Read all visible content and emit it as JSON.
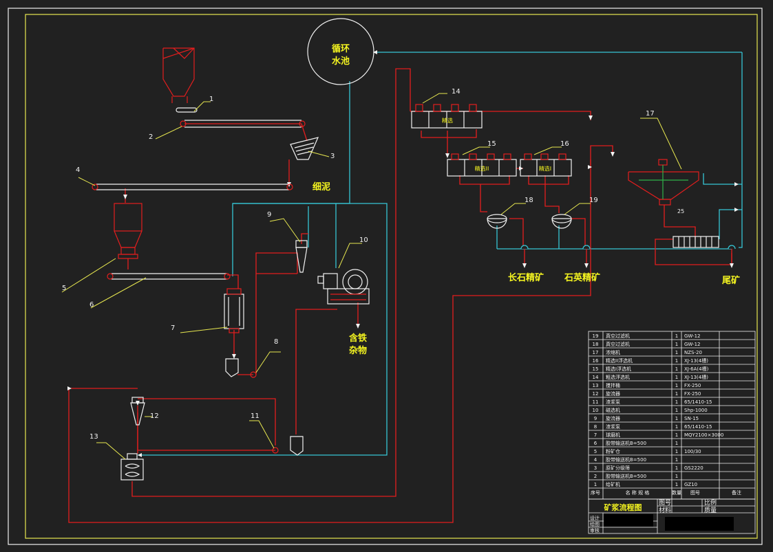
{
  "colors": {
    "background": "#212121",
    "frame": "#f0f0f0",
    "border": "#e8e850",
    "slurry": "#e41e1e",
    "water": "#36c7d6",
    "equipment": "#f2f2f2",
    "leader": "#e8e850",
    "product_text": "#f5f520"
  },
  "pool": {
    "label_line1": "循环",
    "label_line2": "水池"
  },
  "callouts": [
    "1",
    "2",
    "3",
    "4",
    "5",
    "6",
    "7",
    "8",
    "9",
    "10",
    "11",
    "12",
    "13",
    "14",
    "15",
    "16",
    "17",
    "18",
    "19"
  ],
  "flotation_labels": {
    "cell14": "精选",
    "cell15": "精选II",
    "cell16": "精选I"
  },
  "node_label": "25",
  "products": {
    "fine_mud": "细泥",
    "iron_impurity_1": "含铁",
    "iron_impurity_2": "杂物",
    "feldspar": "长石精矿",
    "quartz": "石英精矿",
    "tailings": "尾矿"
  },
  "parts_table": {
    "rows": [
      {
        "no": "19",
        "name": "真空过滤机",
        "qty": "1",
        "spec": "GW-12"
      },
      {
        "no": "18",
        "name": "真空过滤机",
        "qty": "1",
        "spec": "GW-12"
      },
      {
        "no": "17",
        "name": "浓缩机",
        "qty": "1",
        "spec": "NZS-20"
      },
      {
        "no": "16",
        "name": "精选II浮选机",
        "qty": "1",
        "spec": "XJ-13(4槽)"
      },
      {
        "no": "15",
        "name": "精选I浮选机",
        "qty": "1",
        "spec": "XJ-6A(4槽)"
      },
      {
        "no": "14",
        "name": "粗选浮选机",
        "qty": "1",
        "spec": "XJ-13(4槽)"
      },
      {
        "no": "13",
        "name": "搅拌桶",
        "qty": "1",
        "spec": "FX-250"
      },
      {
        "no": "12",
        "name": "旋流器",
        "qty": "1",
        "spec": "FX-250"
      },
      {
        "no": "11",
        "name": "渣浆泵",
        "qty": "1",
        "spec": "65/1410-15"
      },
      {
        "no": "10",
        "name": "磁选机",
        "qty": "1",
        "spec": "Shp-1000"
      },
      {
        "no": "9",
        "name": "旋流器",
        "qty": "1",
        "spec": "SN-15"
      },
      {
        "no": "8",
        "name": "渣浆泵",
        "qty": "1",
        "spec": "65/1410-15"
      },
      {
        "no": "7",
        "name": "球磨机",
        "qty": "1",
        "spec": "MQY2100×3000"
      },
      {
        "no": "6",
        "name": "胶带输送机B=500",
        "qty": "1",
        "spec": ""
      },
      {
        "no": "5",
        "name": "粉矿仓",
        "qty": "1",
        "spec": "100/30"
      },
      {
        "no": "4",
        "name": "胶带输送机B=500",
        "qty": "1",
        "spec": ""
      },
      {
        "no": "3",
        "name": "原矿分级筛",
        "qty": "1",
        "spec": "GS2220"
      },
      {
        "no": "2",
        "name": "胶带输送机B=500",
        "qty": "1",
        "spec": ""
      },
      {
        "no": "1",
        "name": "给矿机",
        "qty": "1",
        "spec": "GZ10"
      }
    ],
    "header": {
      "no": "序号",
      "name": "名 称 规 格",
      "qty": "数量",
      "material": "图号",
      "remark": "备注"
    }
  },
  "title_block": {
    "title": "矿浆流程图",
    "drawing_no_label": "图号",
    "material_label": "材料",
    "scale_label": "比例",
    "weight_label": "质量",
    "design_label": "设计",
    "draw_label": "绘图",
    "review_label": "审核"
  }
}
